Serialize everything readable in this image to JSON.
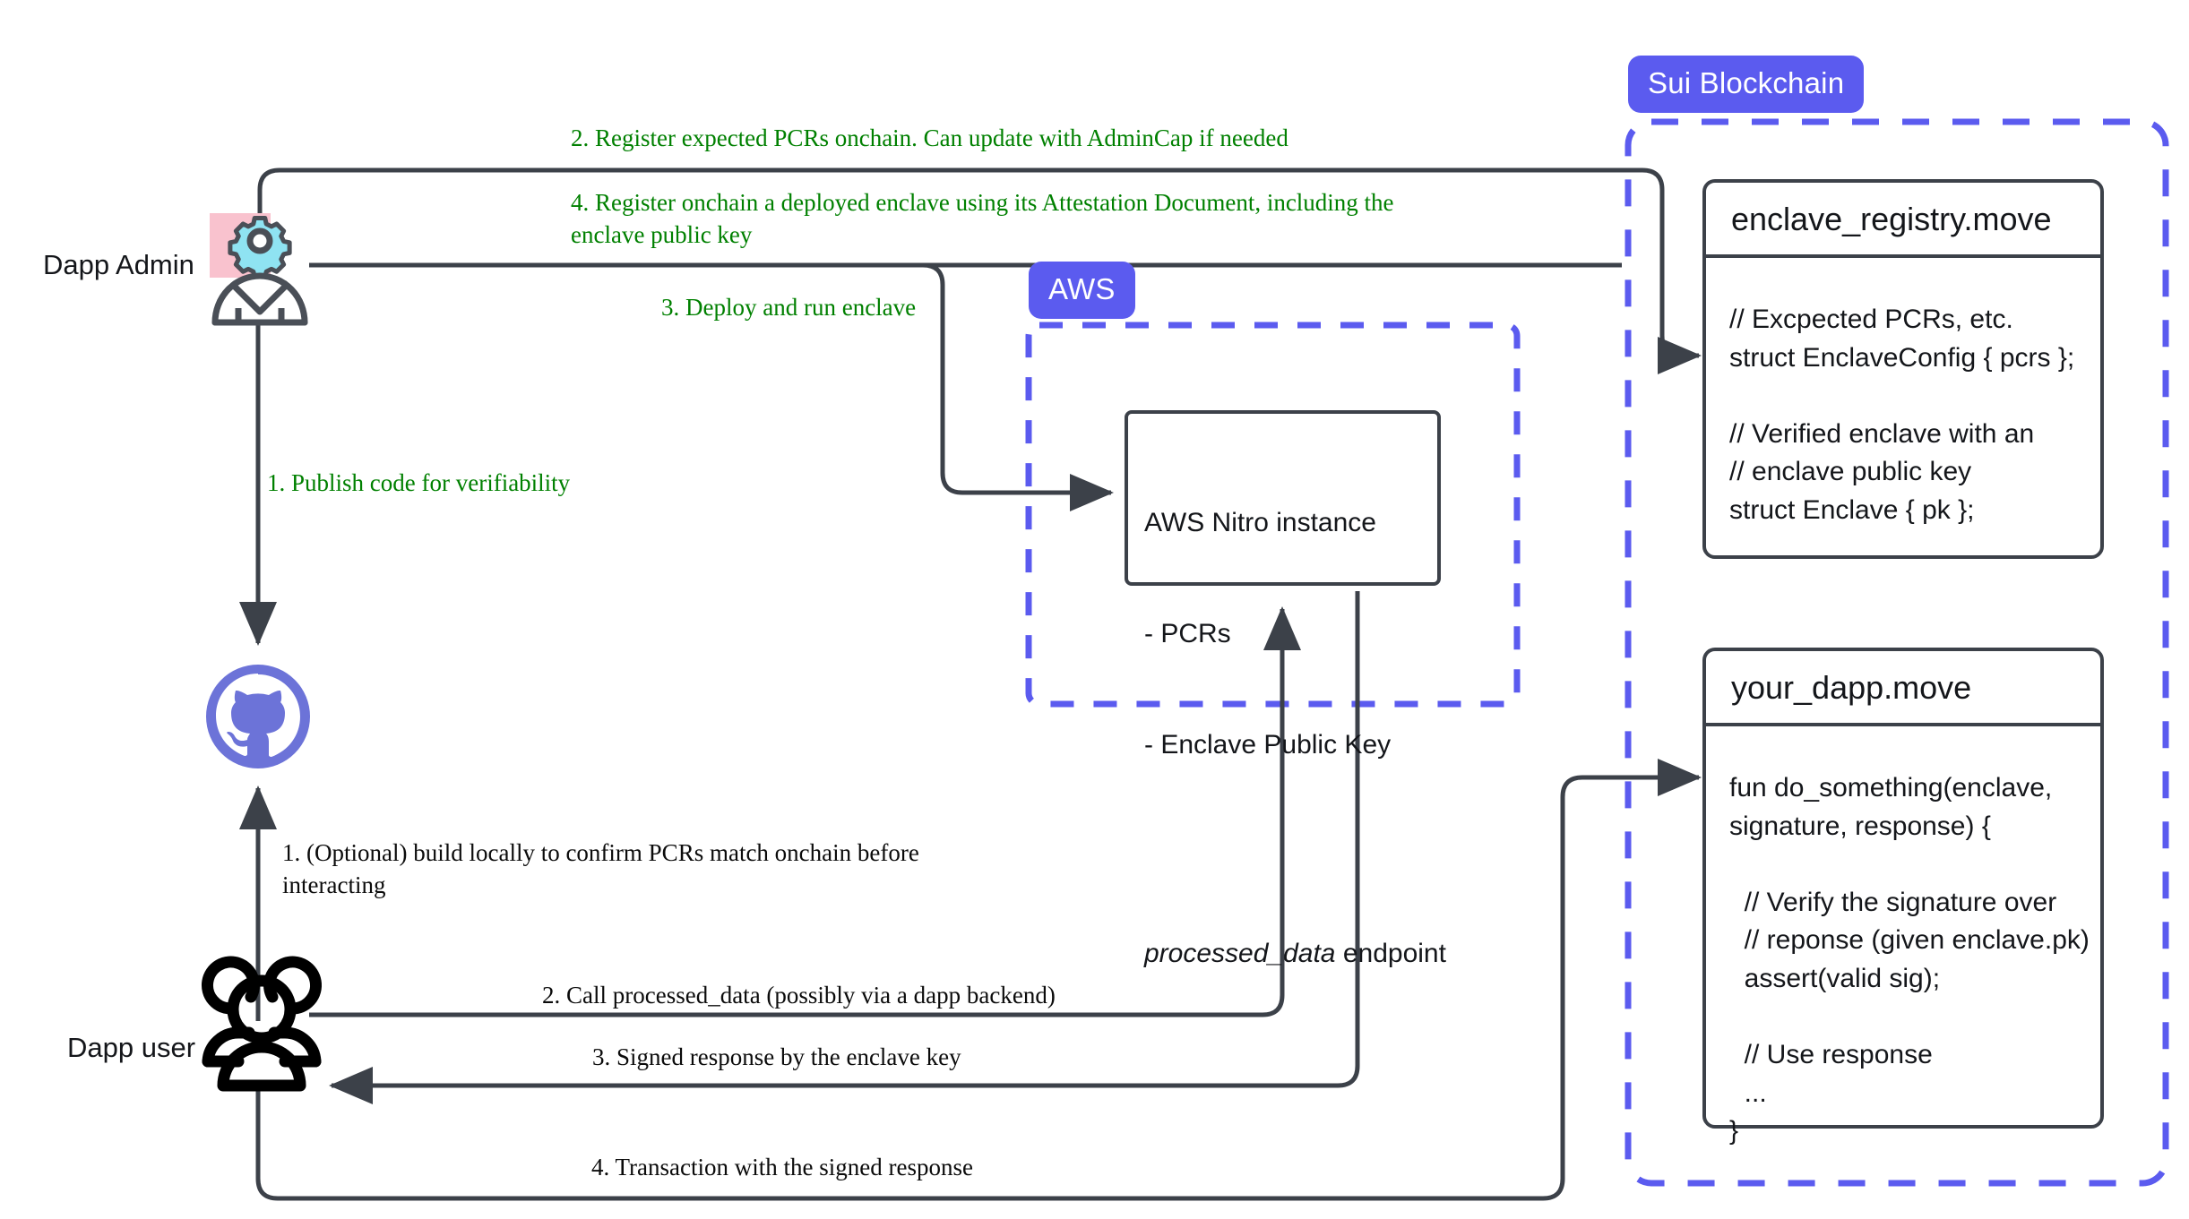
{
  "diagram": {
    "title": "Sui Nitro Enclave attestation flow",
    "background": "#ffffff",
    "accent_purple": "#5B5BEF",
    "github_purple": "#6C73D8",
    "line_color": "#3C4149",
    "green_label_color": "#008000",
    "black_label_color": "#0b0b0b",
    "admin_badge_pink": "#F9C2CE",
    "gear_cyan": "#8FE3F2"
  },
  "actors": {
    "admin": {
      "label": "Dapp Admin",
      "icon": "admin-gear-person-icon"
    },
    "user": {
      "label": "Dapp user",
      "icon": "users-group-icon"
    },
    "github": {
      "icon": "github-icon"
    }
  },
  "zones": {
    "aws": {
      "badge": "AWS"
    },
    "sui": {
      "badge": "Sui Blockchain"
    }
  },
  "nitro_box": {
    "name": "AWS Nitro instance",
    "bullets": [
      "- PCRs",
      "- Enclave Public Key"
    ],
    "endpoint_italic": "processed_data",
    "endpoint_suffix": " endpoint"
  },
  "modules": [
    {
      "id": "enclave-registry",
      "title": "enclave_registry.move",
      "body": "// Excpected PCRs, etc.\nstruct EnclaveConfig { pcrs };\n\n// Verified enclave with an\n// enclave public key\nstruct Enclave { pk };"
    },
    {
      "id": "your-dapp",
      "title": "your_dapp.move",
      "body": "fun do_something(enclave,\nsignature, response) {\n\n  // Verify the signature over\n  // reponse (given enclave.pk)\n  assert(valid sig);\n\n  // Use response\n  ...\n}"
    }
  ],
  "edges": [
    {
      "id": "admin-register-pcrs",
      "label": "2. Register expected PCRs onchain. Can update with AdminCap if needed",
      "color": "green",
      "from": "admin",
      "to": "enclave-registry"
    },
    {
      "id": "admin-register-enclave",
      "label": "4. Register onchain a deployed enclave using its Attestation Document, including the\nenclave public key",
      "color": "green",
      "from": "admin",
      "to": "enclave-registry"
    },
    {
      "id": "admin-deploy-enclave",
      "label": "3. Deploy and run enclave",
      "color": "green",
      "from": "admin",
      "to": "nitro-box"
    },
    {
      "id": "admin-publish-code",
      "label": "1. Publish code for verifiability",
      "color": "green",
      "from": "admin",
      "to": "github"
    },
    {
      "id": "user-build-locally",
      "label": "1. (Optional) build locally to confirm PCRs match onchain before\ninteracting",
      "color": "black",
      "from": "user",
      "to": "github"
    },
    {
      "id": "user-call-processed-data",
      "label": "2. Call processed_data (possibly via a dapp backend)",
      "color": "black",
      "from": "user",
      "to": "nitro-box"
    },
    {
      "id": "enclave-signed-response",
      "label": "3. Signed response by the enclave key",
      "color": "black",
      "from": "nitro-box",
      "to": "user"
    },
    {
      "id": "user-transaction",
      "label": "4. Transaction with the signed response",
      "color": "black",
      "from": "user",
      "to": "your-dapp"
    }
  ]
}
